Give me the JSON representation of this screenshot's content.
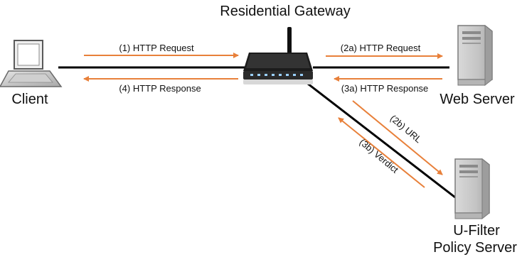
{
  "diagram": {
    "nodes": {
      "gateway": {
        "label": "Residential Gateway",
        "icon": "router-icon"
      },
      "client": {
        "label": "Client",
        "icon": "laptop-icon"
      },
      "web_server": {
        "label": "Web Server",
        "icon": "server-tower-icon"
      },
      "policy_server": {
        "label_line1": "U-Filter",
        "label_line2": "Policy Server",
        "icon": "server-tower-icon"
      }
    },
    "messages": {
      "m1": "(1) HTTP Request",
      "m4": "(4) HTTP Response",
      "m2a": "(2a) HTTP Request",
      "m3a": "(3a) HTTP Response",
      "m2b": "(2b) URL",
      "m3b": "(3b) Verdict"
    },
    "colors": {
      "link": "#000000",
      "arrow": "#E8803A",
      "device_gray": "#c9c9c9"
    }
  }
}
